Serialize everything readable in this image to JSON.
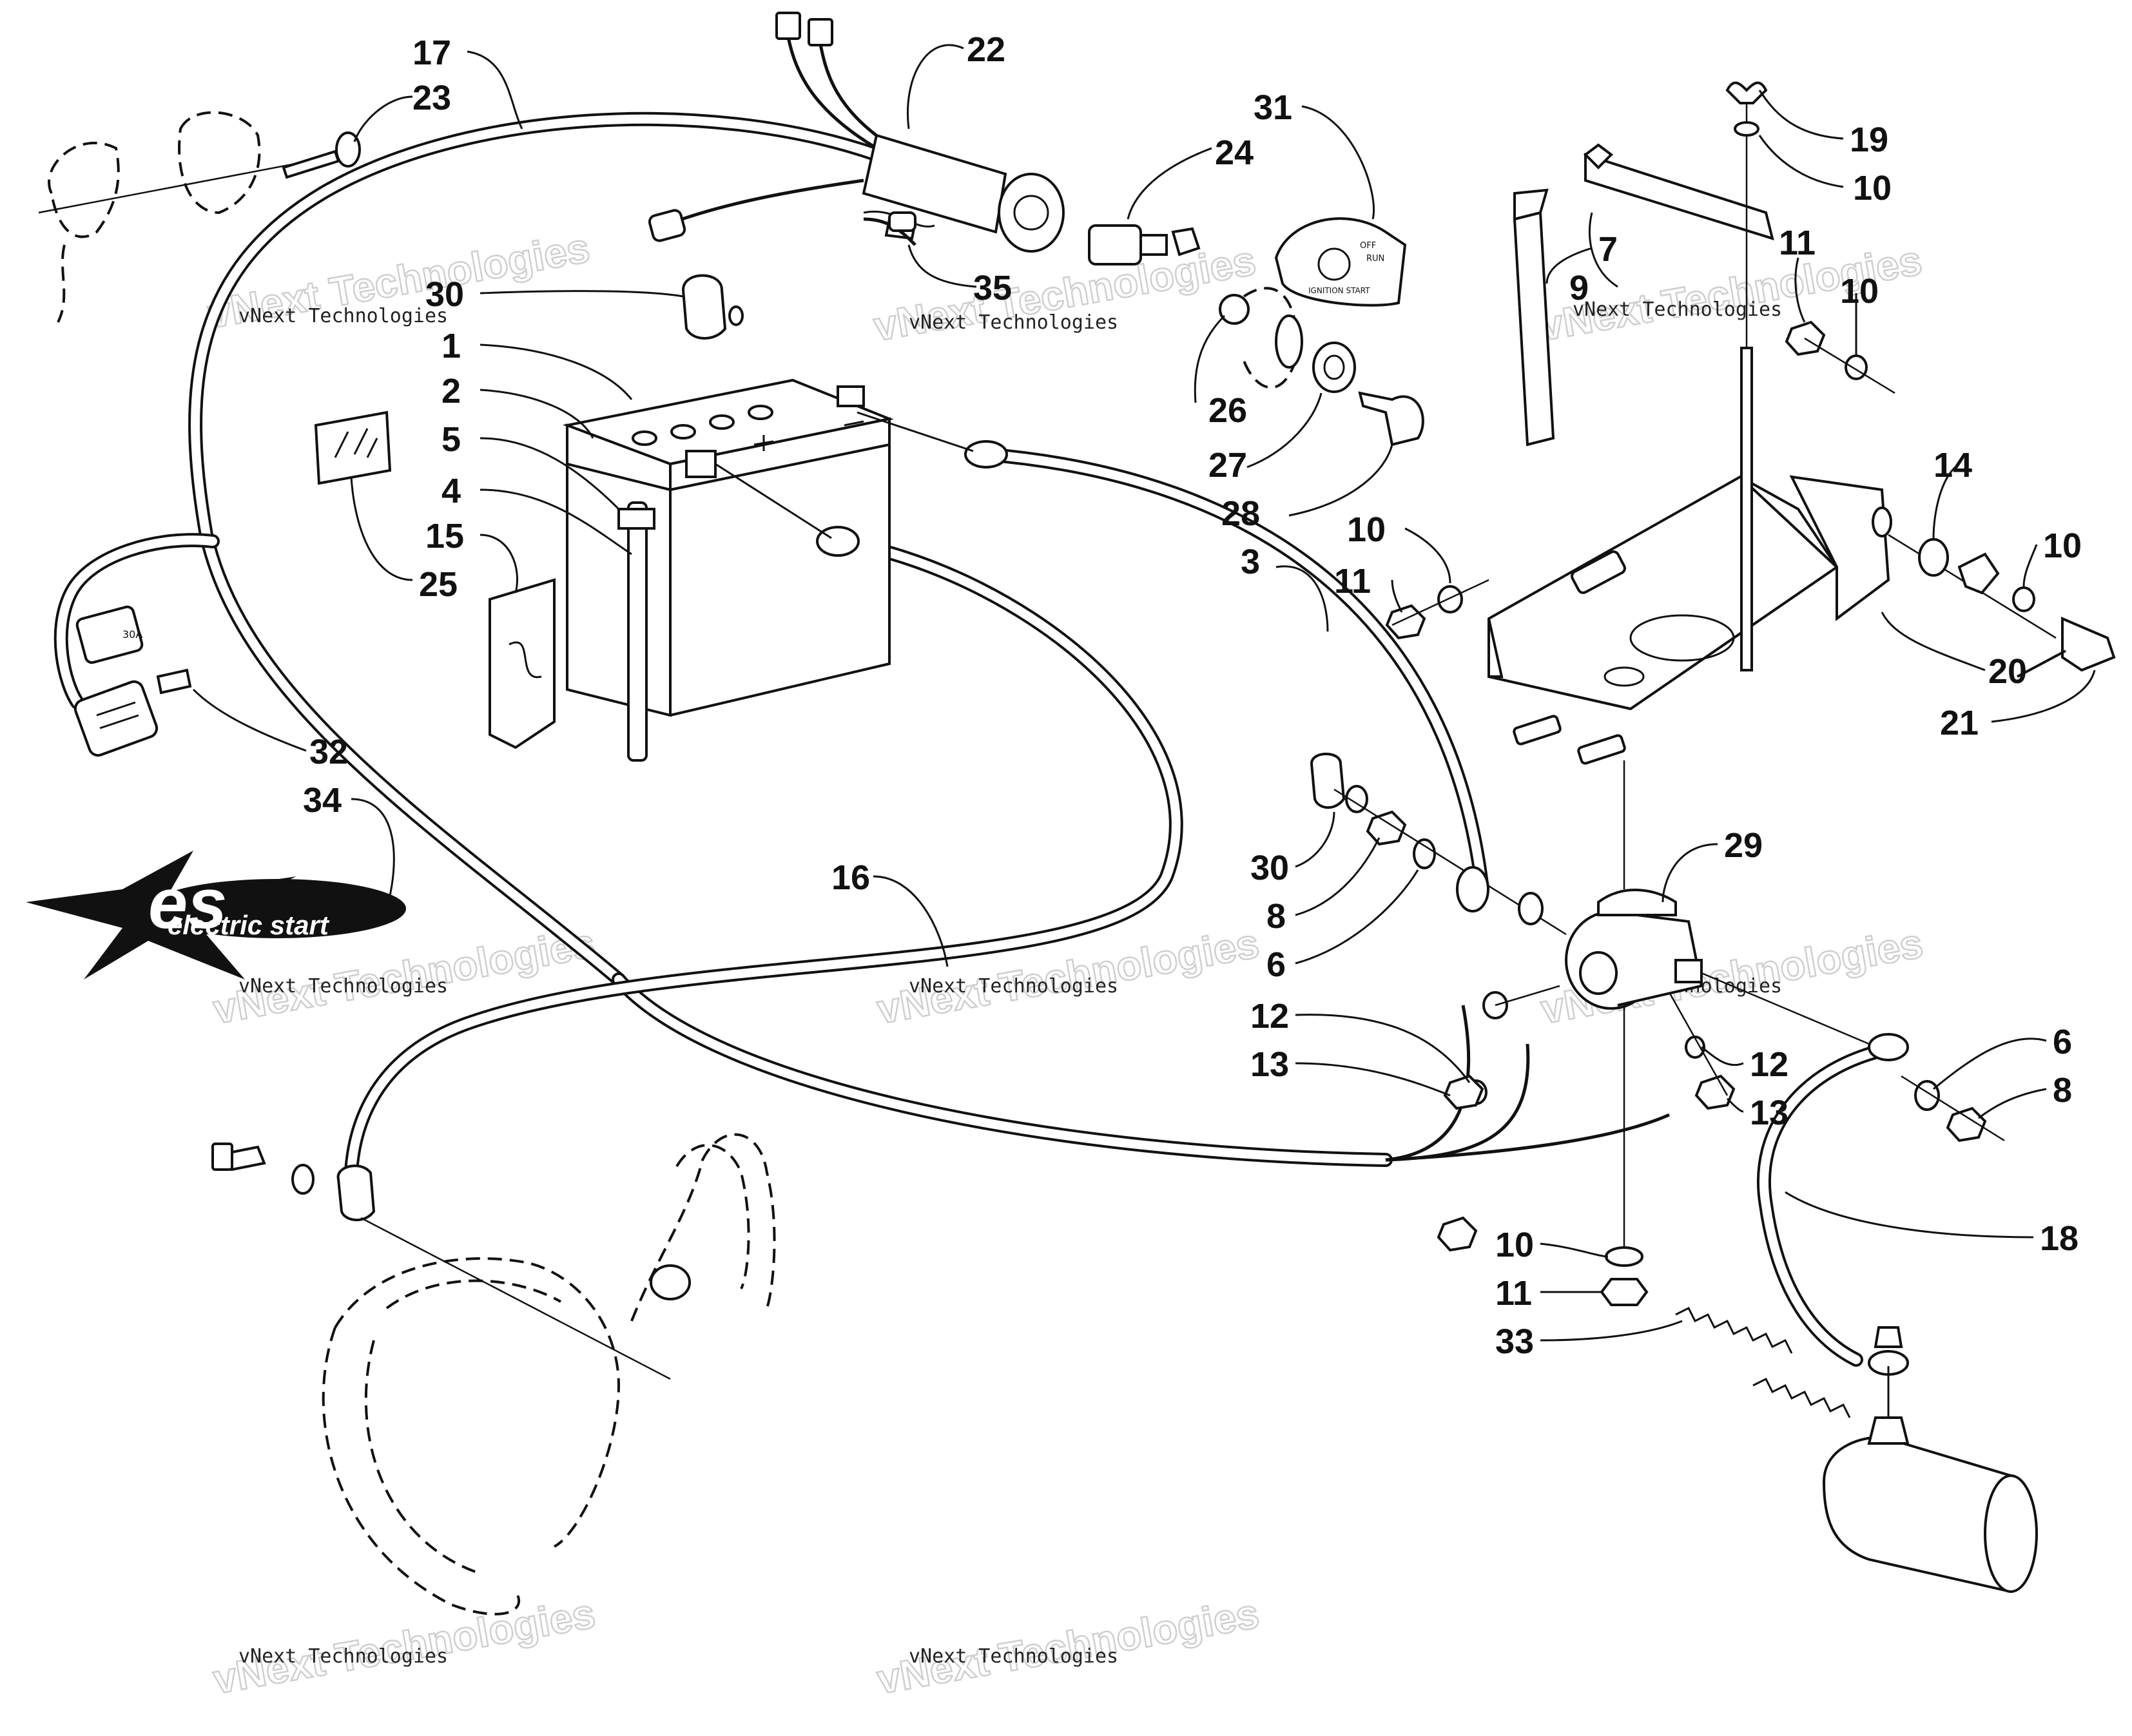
{
  "callouts": [
    {
      "id": "c17",
      "label": "17"
    },
    {
      "id": "c23",
      "label": "23"
    },
    {
      "id": "c22",
      "label": "22"
    },
    {
      "id": "c31",
      "label": "31"
    },
    {
      "id": "c24",
      "label": "24"
    },
    {
      "id": "c19",
      "label": "19"
    },
    {
      "id": "c10a",
      "label": "10"
    },
    {
      "id": "c11a",
      "label": "11"
    },
    {
      "id": "c10b",
      "label": "10"
    },
    {
      "id": "c7",
      "label": "7"
    },
    {
      "id": "c9",
      "label": "9"
    },
    {
      "id": "c35",
      "label": "35"
    },
    {
      "id": "c30a",
      "label": "30"
    },
    {
      "id": "c1",
      "label": "1"
    },
    {
      "id": "c2",
      "label": "2"
    },
    {
      "id": "c5",
      "label": "5"
    },
    {
      "id": "c4",
      "label": "4"
    },
    {
      "id": "c15",
      "label": "15"
    },
    {
      "id": "c25",
      "label": "25"
    },
    {
      "id": "c26",
      "label": "26"
    },
    {
      "id": "c27",
      "label": "27"
    },
    {
      "id": "c28",
      "label": "28"
    },
    {
      "id": "c3",
      "label": "3"
    },
    {
      "id": "c10c",
      "label": "10"
    },
    {
      "id": "c11b",
      "label": "11"
    },
    {
      "id": "c14",
      "label": "14"
    },
    {
      "id": "c10d",
      "label": "10"
    },
    {
      "id": "c20",
      "label": "20"
    },
    {
      "id": "c21",
      "label": "21"
    },
    {
      "id": "c32",
      "label": "32"
    },
    {
      "id": "c34",
      "label": "34"
    },
    {
      "id": "c16",
      "label": "16"
    },
    {
      "id": "c29",
      "label": "29"
    },
    {
      "id": "c30b",
      "label": "30"
    },
    {
      "id": "c8a",
      "label": "8"
    },
    {
      "id": "c6a",
      "label": "6"
    },
    {
      "id": "c12a",
      "label": "12"
    },
    {
      "id": "c13a",
      "label": "13"
    },
    {
      "id": "c12b",
      "label": "12"
    },
    {
      "id": "c13b",
      "label": "13"
    },
    {
      "id": "c6b",
      "label": "6"
    },
    {
      "id": "c8b",
      "label": "8"
    },
    {
      "id": "c18",
      "label": "18"
    },
    {
      "id": "c10e",
      "label": "10"
    },
    {
      "id": "c11c",
      "label": "11"
    },
    {
      "id": "c33",
      "label": "33"
    }
  ],
  "logo": {
    "icon": "es-electric-start-starburst-logo",
    "monogram": "es",
    "text": "electric start"
  },
  "switch_label": {
    "icon": "ignition-switch-decal",
    "lines": [
      "OFF",
      "RUN",
      "IGNITION  START"
    ]
  },
  "fuse_label": "30A",
  "watermarks": [
    {
      "line1": "vNext Technologies",
      "line2": "vNext Technologies"
    },
    {
      "line1": "vNext Technologies",
      "line2": "vNext Technologies"
    },
    {
      "line1": "vNext Technologies",
      "line2": "vNext Technologies"
    },
    {
      "line1": "vNext Technologies",
      "line2": "vNext Technologies"
    },
    {
      "line1": "vNext Technologies",
      "line2": "vNext Technologies"
    },
    {
      "line1": "vNext Technologies",
      "line2": "vNext Technologies"
    },
    {
      "line1": "vNext Technologies",
      "line2": "vNext Technologies"
    },
    {
      "line1": "vNext Technologies",
      "line2": "vNext Technologies"
    }
  ]
}
